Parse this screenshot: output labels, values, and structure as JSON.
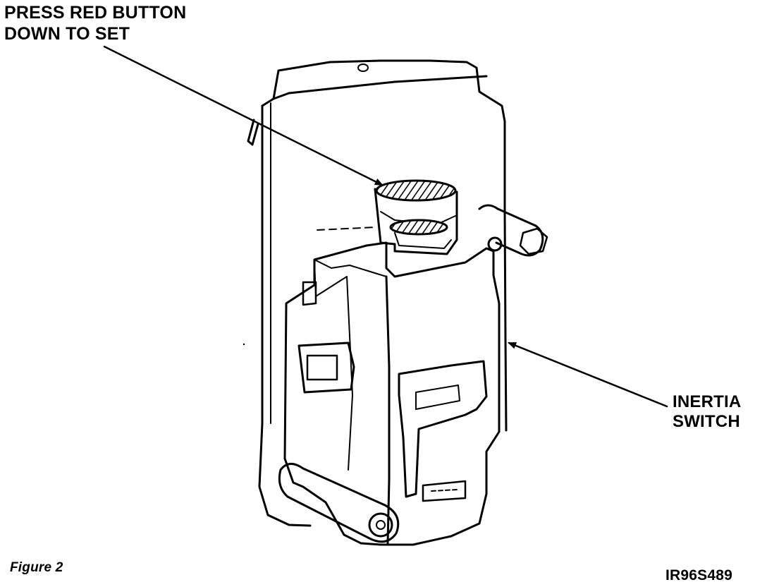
{
  "figure": {
    "callout_button_line1": "PRESS RED BUTTON",
    "callout_button_line2": "DOWN TO SET",
    "callout_switch_line1": "INERTIA",
    "callout_switch_line2": "SWITCH",
    "caption": "Figure 2",
    "figure_id": "IR96S489"
  }
}
